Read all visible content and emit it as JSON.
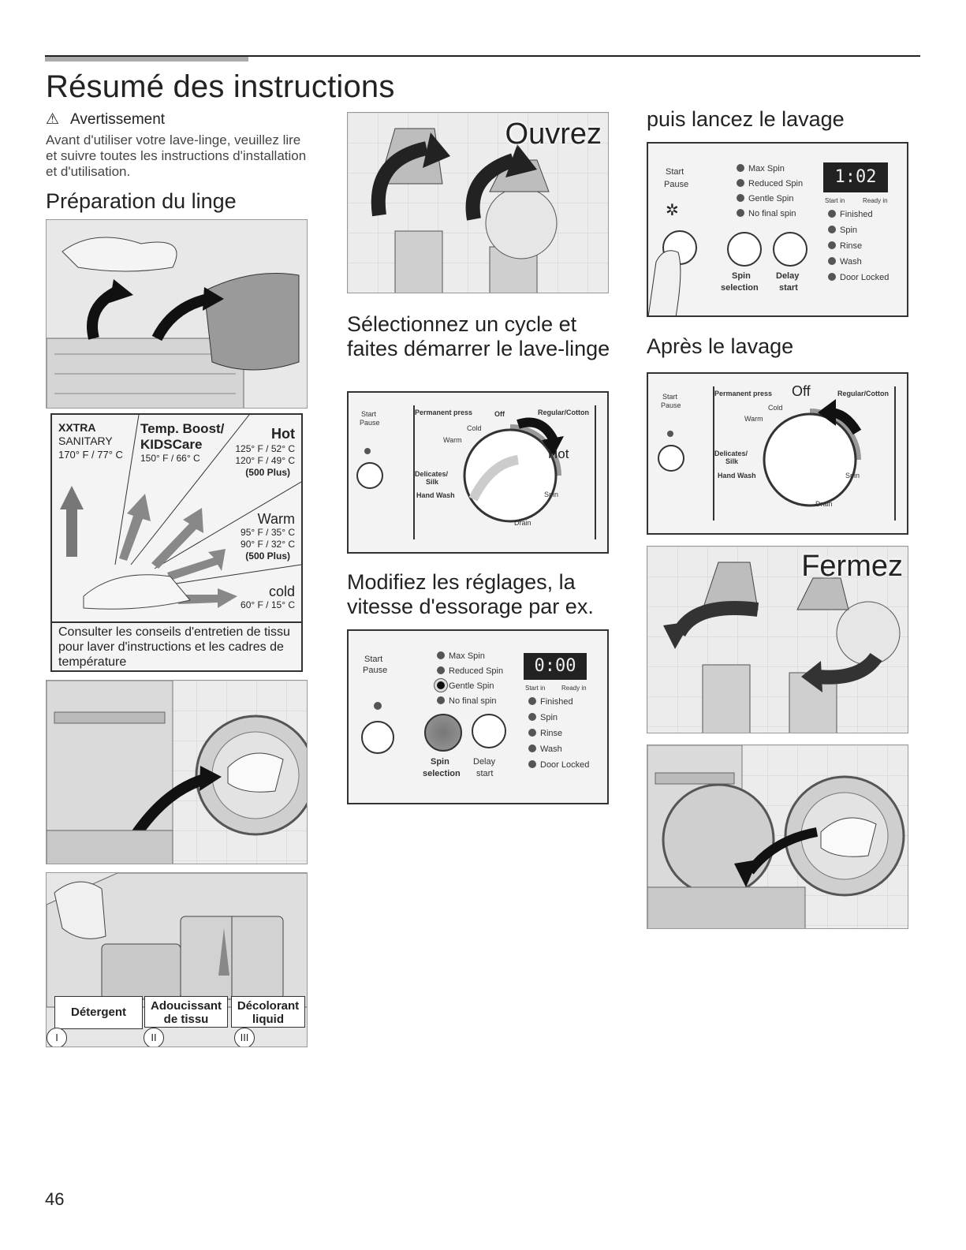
{
  "page": {
    "title": "Résumé des instructions",
    "warning_label": "Avertissement",
    "warning_text": "Avant d'utiliser votre lave-linge, veuillez lire et suivre toutes les instructions d'installation et d'utilisation.",
    "page_number": "46"
  },
  "sections": {
    "prep": "Préparation du linge",
    "select": "Sélectionnez un cycle et faites démarrer le lave-linge",
    "modify": "Modifiez les réglages, la vitesse d'essorage par ex.",
    "launch": "puis lancez le lavage",
    "after": "Après le lavage"
  },
  "faucet": {
    "open": "Ouvrez",
    "close": "Fermez"
  },
  "temps": {
    "xxtra": "XXTRA",
    "sanitary": "SANITARY",
    "sanitary_temp": "170° F / 77° C",
    "boost": "Temp. Boost/",
    "kids": "KIDSCare",
    "kids_temp": "150° F / 66° C",
    "hot": "Hot",
    "hot_t1": "125° F / 52° C",
    "hot_t2": "120° F / 49° C",
    "hot_plus": "(500 Plus)",
    "warm": "Warm",
    "warm_t1": "95° F / 35° C",
    "warm_t2": "90° F / 32° C",
    "warm_plus": "(500 Plus)",
    "cold": "cold",
    "cold_t": "60° F / 15° C",
    "note": "Consulter les conseils d'entretien de tissu pour laver d'instructions et les cadres de température"
  },
  "dispenser": {
    "det": "Détergent",
    "soft": "Adoucissant de tissu",
    "bleach": "Décolorant liquid",
    "n1": "I",
    "n2": "II",
    "n3": "III"
  },
  "dial": {
    "start": "Start",
    "pause": "Pause",
    "perm": "Permanent press",
    "off": "Off",
    "regular": "Regular/Cotton",
    "cold": "Cold",
    "warm": "Warm",
    "hot": "Hot",
    "delicates": "Delicates/",
    "silk": "Silk",
    "handwash": "Hand Wash",
    "spin": "Spin",
    "drain": "Drain"
  },
  "control": {
    "start": "Start",
    "pause": "Pause",
    "opts": [
      "Max Spin",
      "Reduced Spin",
      "Gentle Spin",
      "No final spin"
    ],
    "status": [
      "Finished",
      "Spin",
      "Rinse",
      "Wash",
      "Door Locked"
    ],
    "start_in": "Start in",
    "ready_in": "Ready in",
    "spin_sel": "Spin",
    "selection": "selection",
    "delay": "Delay",
    "delay_start": "start",
    "display_modify": "0:00",
    "display_launch": "1:02"
  }
}
